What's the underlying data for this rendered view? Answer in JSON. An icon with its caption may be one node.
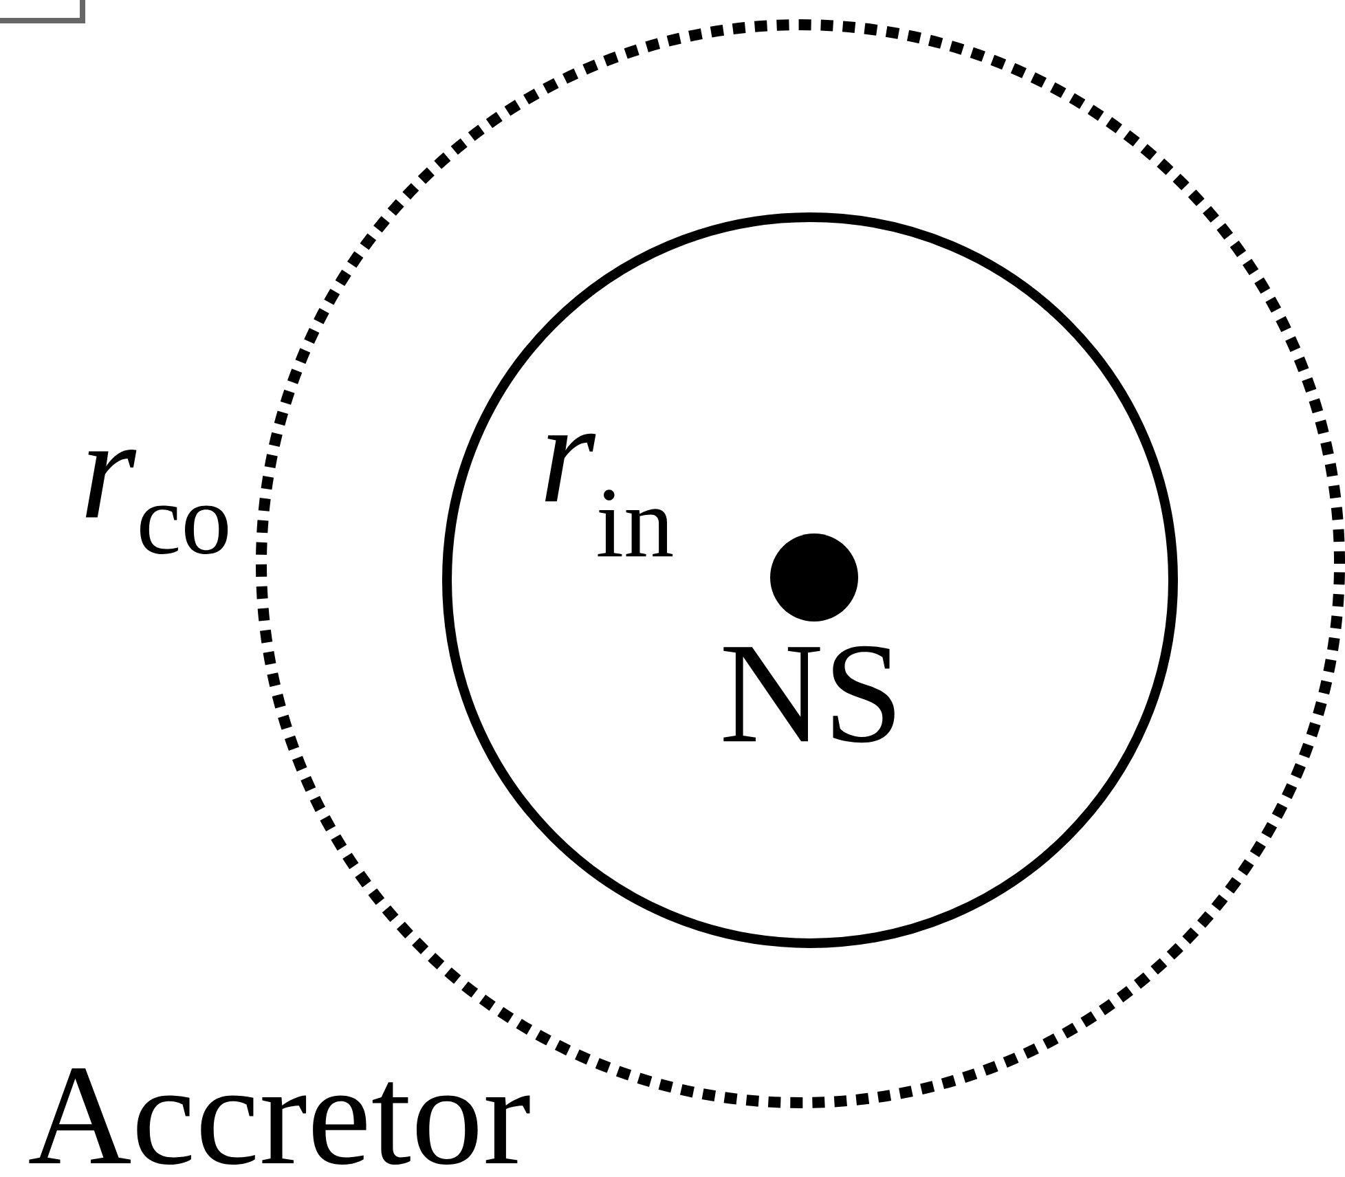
{
  "diagram": {
    "nodes": [
      {
        "text": [
          "Accretor"
        ]
      },
      {
        "text": [],
        "shape": "circle",
        "in": 0
      },
      {
        "text": [],
        "shape": "circle",
        "in": 1,
        "beside": [
          "NS"
        ]
      }
    ],
    "labels": [
      "*r*$_{co}$",
      "*r*$_{in}$"
    ]
  }
}
